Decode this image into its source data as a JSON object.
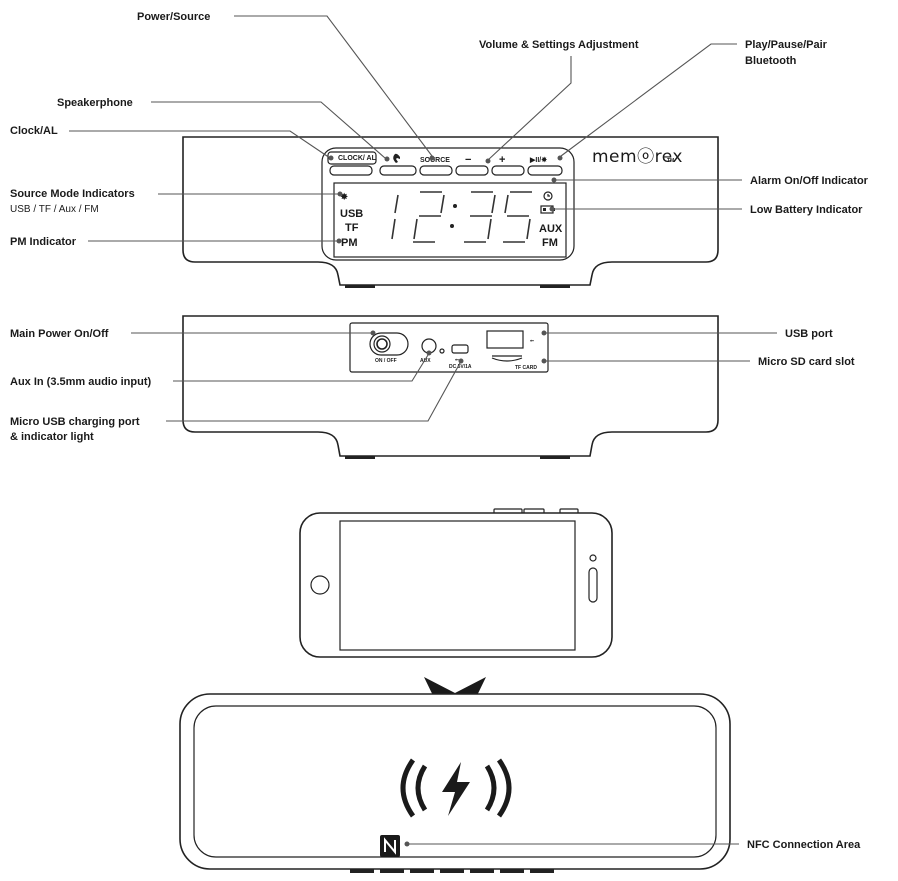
{
  "labels": {
    "power_source": "Power/Source",
    "volume_settings": "Volume & Settings Adjustment",
    "play_pause_line1": "Play/Pause/Pair",
    "play_pause_line2": "Bluetooth",
    "speakerphone": "Speakerphone",
    "clock_al": "Clock/AL",
    "source_mode": "Source Mode Indicators",
    "source_mode_sub": "USB / TF / Aux / FM",
    "pm_indicator": "PM Indicator",
    "alarm_indicator": "Alarm On/Off Indicator",
    "low_battery": "Low Battery Indicator",
    "main_power": "Main Power On/Off",
    "aux_in": "Aux In (3.5mm audio input)",
    "micro_usb_line1": "Micro USB charging port",
    "micro_usb_line2": "& indicator light",
    "usb_port": "USB port",
    "micro_sd": "Micro SD card slot",
    "nfc": "NFC Connection Area"
  },
  "device": {
    "brand": "mem∣rex",
    "brand_tm": "TM",
    "buttons": {
      "clock": "CLOCK/ AL",
      "source": "SOURCE",
      "minus": "−",
      "plus": "+",
      "play": "▶II/✸"
    },
    "lcd": {
      "bt_symbol": "✸",
      "usb": "USB",
      "tf": "TF",
      "pm": "PM",
      "aux": "AUX",
      "fm": "FM",
      "time": "12:35"
    },
    "back_panel": {
      "on_off": "ON / OFF",
      "aux": "AUX",
      "dc": "DC 5V/1A",
      "tf_card": "TF CARD"
    }
  },
  "icons": [
    "bluetooth-icon",
    "phone-icon",
    "alarm-clock-icon",
    "battery-low-icon",
    "usb-icon",
    "nfc-icon",
    "wireless-charging-icon",
    "down-arrow-icon"
  ]
}
